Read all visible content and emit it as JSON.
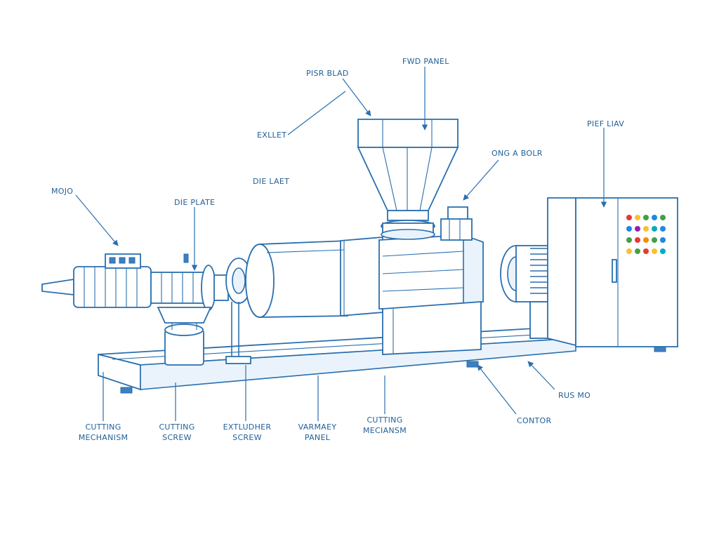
{
  "colors": {
    "line": "#2a6fae",
    "text": "#1f5f96",
    "background": "#ffffff",
    "indicator_palette": [
      "#e53935",
      "#fbc02d",
      "#43a047",
      "#1e88e5",
      "#8e24aa",
      "#00acc1",
      "#fb8c00"
    ]
  },
  "labels": {
    "fwd_panel": "FWD PANEL",
    "pisr_blad": "PISR BLAD",
    "exllet": "EXLLET",
    "die_laet": "DIE LAET",
    "mojo": "MOJO",
    "die_plate": "DIE PLATE",
    "ong_a_bolr": "ONG A BOLR",
    "pief_liav": "PIEF LIAV",
    "rus_mo": "RUS MO",
    "contor": "CONTOR",
    "cutting_mechanism_1": [
      "CUTTING",
      "MECHANISM"
    ],
    "cutting_screw": [
      "CUTTING",
      "SCREW"
    ],
    "extrudher_screw": [
      "EXTLUDHER",
      "SCREW"
    ],
    "varmaey_panel": [
      "VARMAEY",
      "PANEL"
    ],
    "cutting_mechansm_2": [
      "CUTTING",
      "MECIANSM"
    ]
  }
}
